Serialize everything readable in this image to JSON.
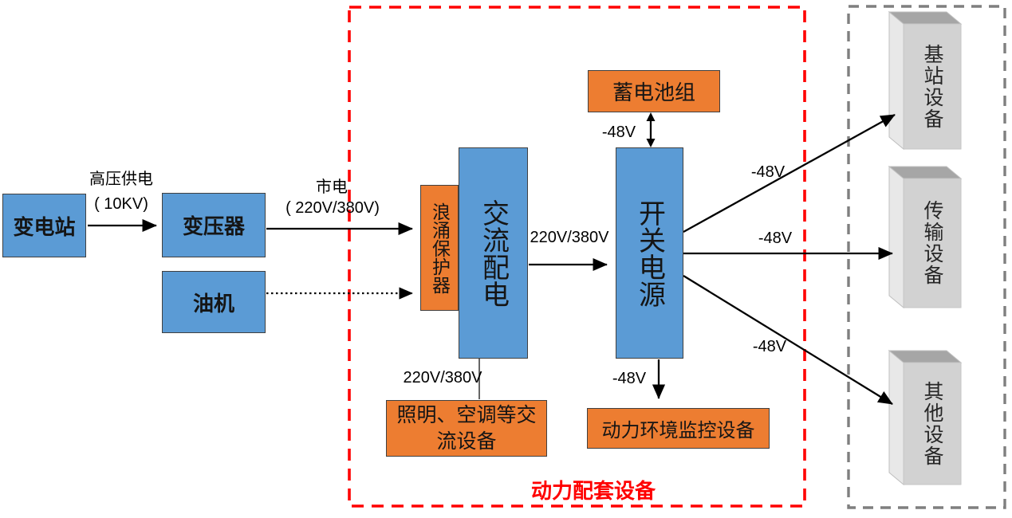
{
  "nodes": {
    "substation": "变电站",
    "transformer": "变压器",
    "generator": "油机",
    "surge_protector": "浪涌保护器",
    "ac_distribution": "交流配电",
    "battery_pack": "蓄电池组",
    "switch_power": "开关电源",
    "lighting_ac_equipment": "照明、空调等交流设备",
    "power_env_monitoring": "动力环境监控设备",
    "base_station_equipment": "基站设备",
    "transmission_equipment": "传输设备",
    "other_equipment": "其他设备"
  },
  "edge_labels": {
    "hv_supply_line1": "高压供电",
    "hv_supply_line2": "( 10KV)",
    "mains_line1": "市电",
    "mains_line2": "( 220V/380V)",
    "ac_output": "220V/380V",
    "ac_branch": "220V/380V",
    "dc_battery": "-48V",
    "dc_base_station": "-48V",
    "dc_transmission": "-48V",
    "dc_other": "-48V",
    "dc_monitoring": "-48V"
  },
  "regions": {
    "power_supporting_label": "动力配套设备"
  },
  "colors": {
    "node_blue": "#5B9BD5",
    "node_orange": "#ED7D31",
    "region_red_border": "#FF0000",
    "region_gray_border": "#7F7F7F",
    "cube_front": "#D2D2D2",
    "cube_side": "#E8E8E8",
    "cube_top": "#A6A6A6",
    "arrow_black": "#000000",
    "red_label": "#FF0000"
  }
}
